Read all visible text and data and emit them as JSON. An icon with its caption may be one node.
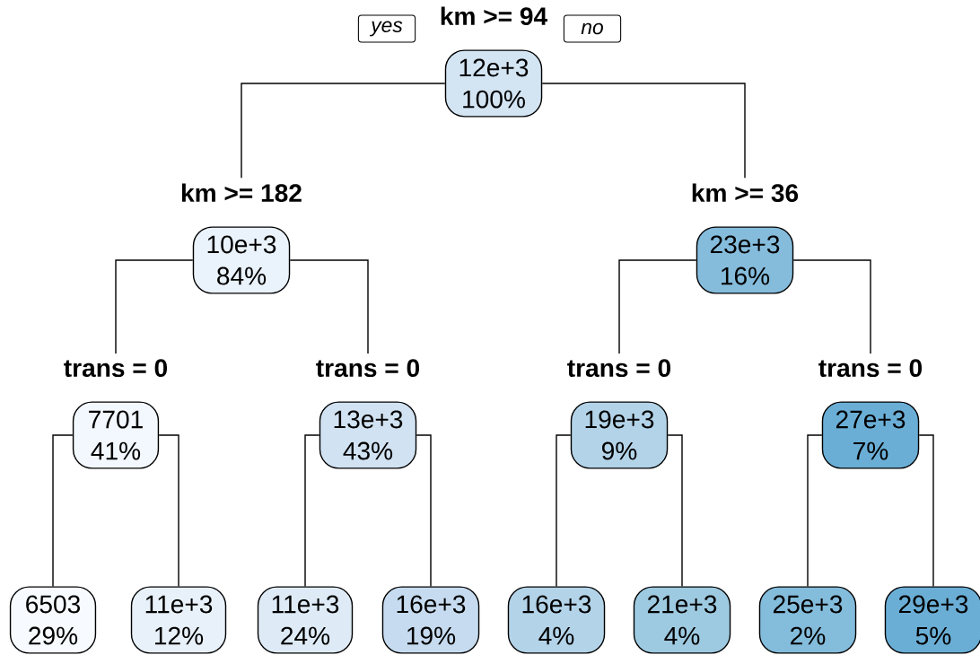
{
  "diagram": {
    "nodes": [
      {
        "text": [
          "yes"
        ]
      },
      {
        "text": [
          "km >= 94",
          "12e+3",
          "100%"
        ]
      },
      {
        "text": [
          "no"
        ]
      },
      {
        "text": [
          "km >= 182",
          "10e+3",
          "84%"
        ]
      },
      {
        "text": [
          "km >= 36",
          "23e+3",
          "16%"
        ]
      },
      {
        "text": [
          "trans = 0",
          "7701",
          "41%"
        ]
      },
      {
        "text": [
          "trans = 0",
          "13e+3",
          "43%"
        ]
      },
      {
        "text": [
          "trans = 0",
          "19e+3",
          "9%"
        ]
      },
      {
        "text": [
          "trans = 0",
          "27e+3",
          "7%"
        ]
      },
      {
        "text": [
          "6503",
          "29%"
        ]
      },
      {
        "text": [
          "11e+3",
          "12%"
        ]
      },
      {
        "text": [
          "11e+3",
          "24%"
        ]
      },
      {
        "text": [
          "16e+3",
          "19%"
        ]
      },
      {
        "text": [
          "16e+3",
          "4%"
        ]
      },
      {
        "text": [
          "21e+3",
          "4%"
        ]
      },
      {
        "text": [
          "25e+3",
          "2%"
        ]
      },
      {
        "text": [
          "29e+3",
          "5%"
        ]
      }
    ],
    "edges": [
      {
        "from": 1,
        "to": 3,
        "arrow": "none"
      },
      {
        "from": 1,
        "to": 4,
        "arrow": "none"
      },
      {
        "from": 3,
        "to": 5,
        "arrow": "none"
      },
      {
        "from": 3,
        "to": 6,
        "arrow": "none"
      },
      {
        "from": 4,
        "to": 7,
        "arrow": "none"
      },
      {
        "from": 4,
        "to": 8,
        "arrow": "none"
      },
      {
        "from": 5,
        "to": 9,
        "arrow": "none"
      },
      {
        "from": 5,
        "to": 10,
        "arrow": "none"
      },
      {
        "from": 6,
        "to": 11,
        "arrow": "none"
      },
      {
        "from": 6,
        "to": 12,
        "arrow": "none"
      },
      {
        "from": 7,
        "to": 13,
        "arrow": "none"
      },
      {
        "from": 7,
        "to": 14,
        "arrow": "none"
      },
      {
        "from": 8,
        "to": 15,
        "arrow": "none"
      },
      {
        "from": 8,
        "to": 16,
        "arrow": "none"
      }
    ]
  }
}
